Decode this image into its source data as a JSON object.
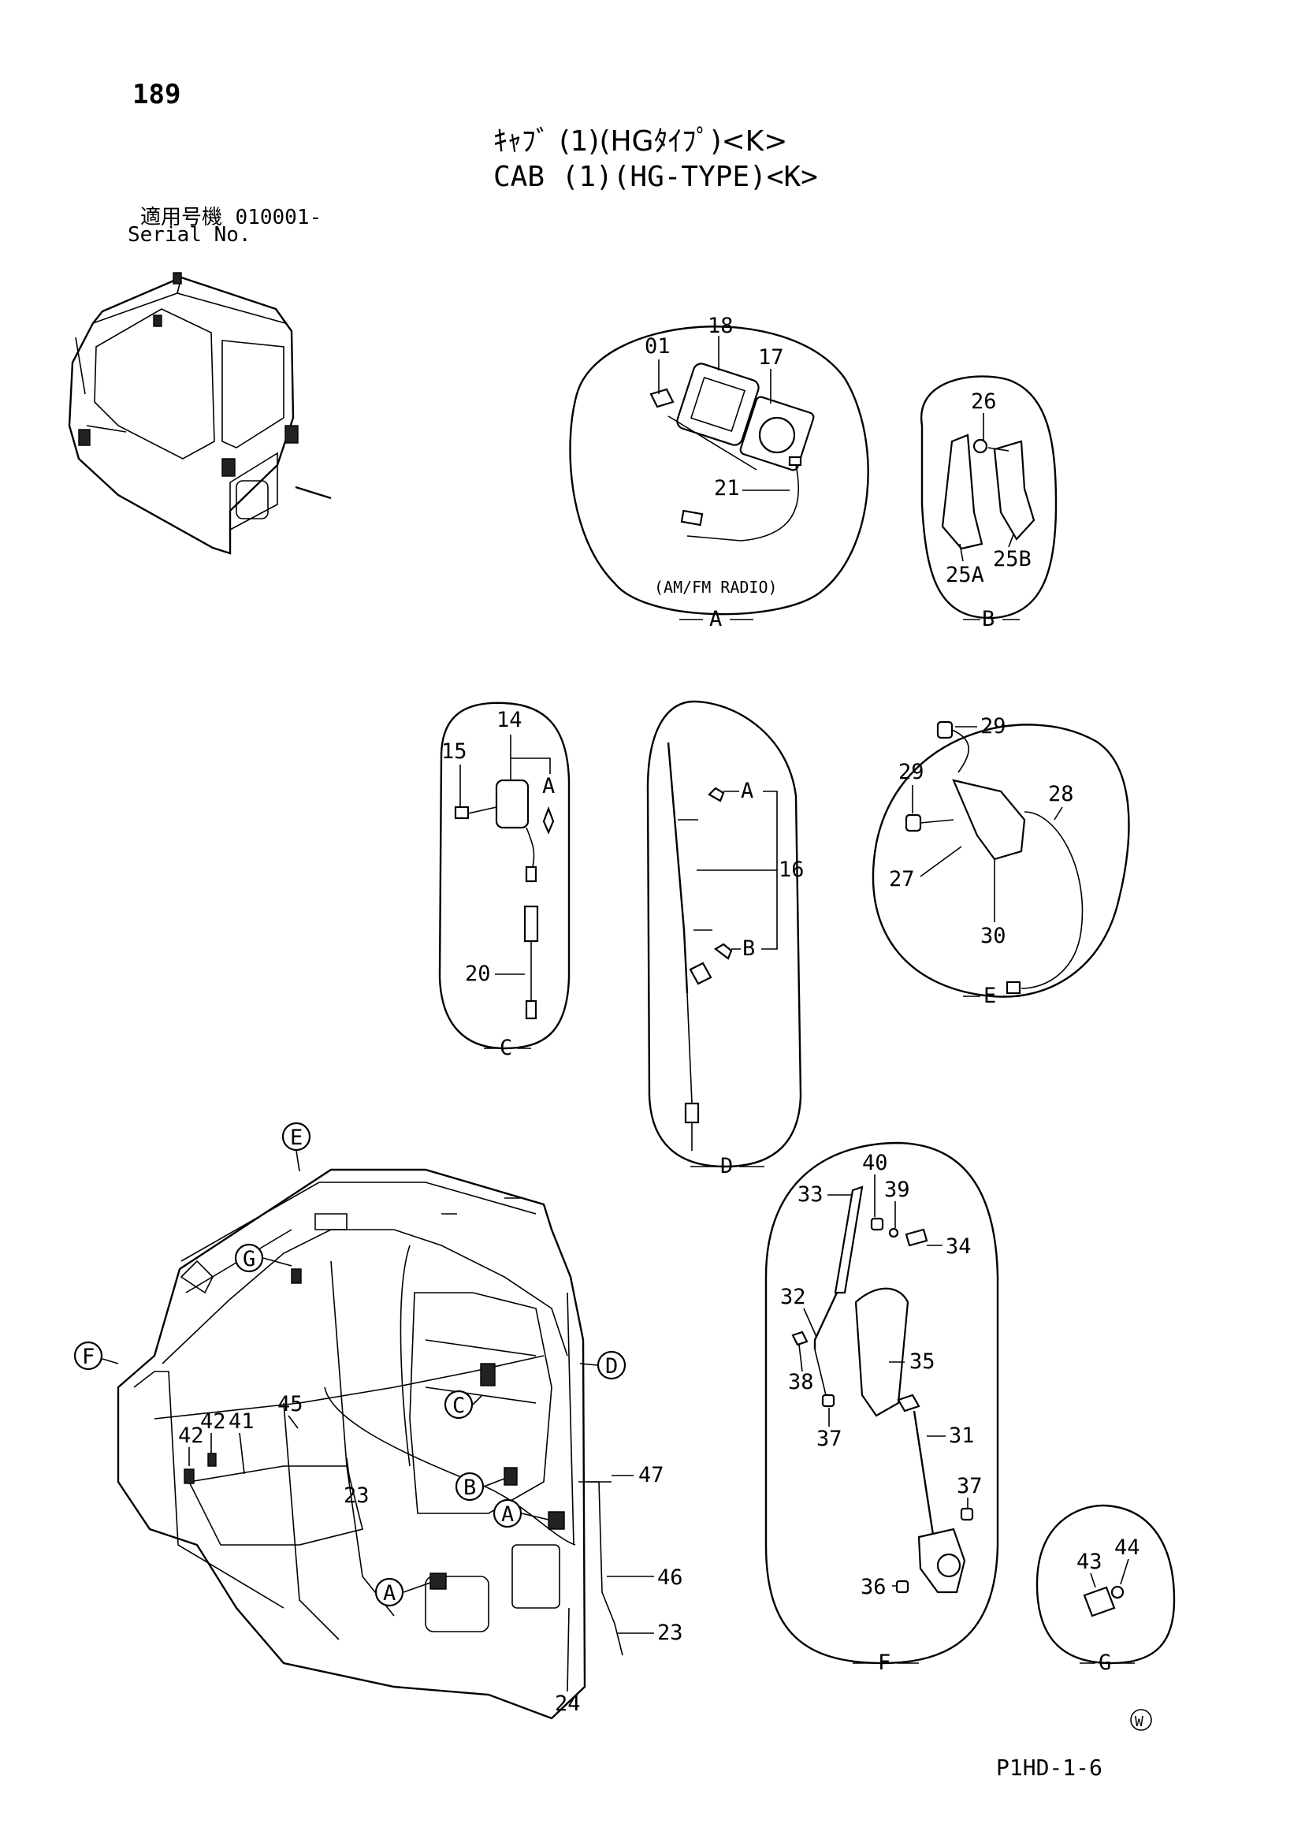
{
  "header": {
    "page_number": "189",
    "title_jp": "ｷｬﾌﾞ (1)(HGﾀｲﾌﾟ)<K>",
    "title_en": "CAB (1)(HG-TYPE)<K>",
    "serial_label_jp": "適用号機",
    "serial_value": "010001-",
    "serial_label_en": "Serial No."
  },
  "detail_views": [
    {
      "letter": "A",
      "caption": "(AM/FM RADIO)",
      "parts": [
        "01",
        "18",
        "17",
        "21"
      ]
    },
    {
      "letter": "B",
      "parts": [
        "26",
        "25A",
        "25B"
      ]
    },
    {
      "letter": "C",
      "parts": [
        "14",
        "15",
        "A",
        "20"
      ]
    },
    {
      "letter": "D",
      "parts": [
        "A",
        "16",
        "B"
      ]
    },
    {
      "letter": "E",
      "parts": [
        "29",
        "29",
        "28",
        "27",
        "30"
      ]
    },
    {
      "letter": "F",
      "parts": [
        "40",
        "33",
        "39",
        "34",
        "32",
        "35",
        "38",
        "37",
        "31",
        "37",
        "36"
      ]
    },
    {
      "letter": "G",
      "parts": [
        "43",
        "44"
      ]
    }
  ],
  "main_view": {
    "callouts": [
      "E",
      "G",
      "F",
      "D",
      "C",
      "B",
      "A",
      "A"
    ],
    "parts": [
      "45",
      "42",
      "42",
      "41",
      "23",
      "47",
      "46",
      "23",
      "24"
    ]
  },
  "footer": {
    "stamp": "W",
    "drawing_code": "P1HD-1-6"
  }
}
